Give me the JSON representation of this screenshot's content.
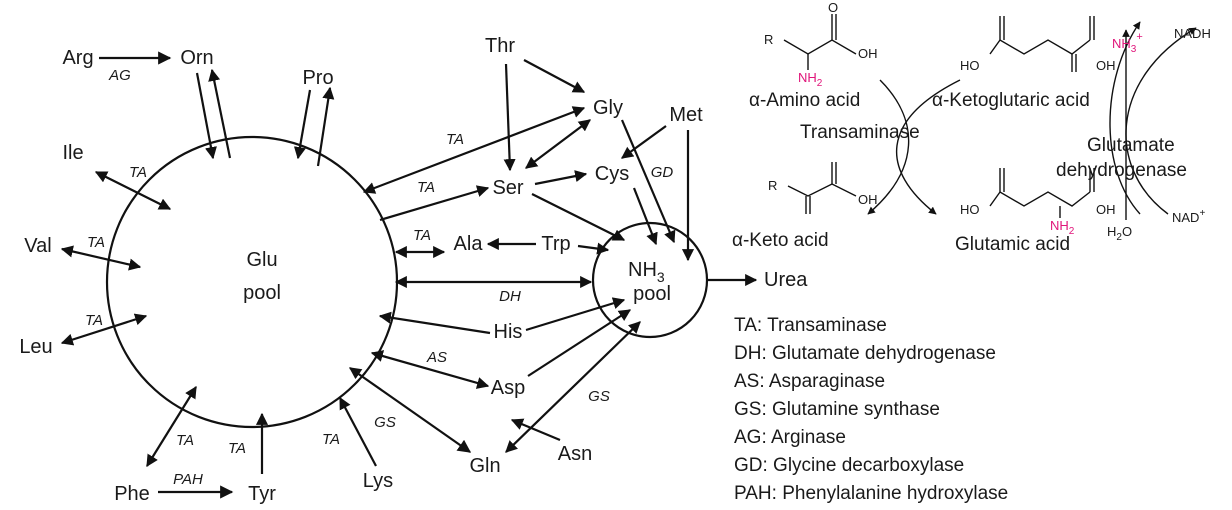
{
  "pools": {
    "glu_line1": "Glu",
    "glu_line2": "pool",
    "nh3_main": "NH",
    "nh3_sub": "3",
    "nh3_line2": "pool"
  },
  "amino_acids": {
    "arg": "Arg",
    "orn": "Orn",
    "pro": "Pro",
    "ile": "Ile",
    "val": "Val",
    "leu": "Leu",
    "phe": "Phe",
    "tyr": "Tyr",
    "lys": "Lys",
    "gln": "Gln",
    "asn": "Asn",
    "asp": "Asp",
    "his": "His",
    "trp": "Trp",
    "ala": "Ala",
    "ser": "Ser",
    "cys": "Cys",
    "gly": "Gly",
    "thr": "Thr",
    "met": "Met",
    "urea": "Urea"
  },
  "enzyme_labels": {
    "ag": "AG",
    "ta": "TA",
    "dh": "DH",
    "as": "AS",
    "gs": "GS",
    "gd": "GD",
    "pah": "PAH"
  },
  "legend": [
    "TA: Transaminase",
    "DH: Glutamate dehydrogenase",
    "AS: Asparaginase",
    "GS: Glutamine synthase",
    "AG: Arginase",
    "GD: Glycine decarboxylase",
    "PAH: Phenylalanine hydroxylase"
  ],
  "reaction": {
    "amino_acid": "α-Amino acid",
    "keto_acid": "α-Keto acid",
    "ketoglutaric_acid": "α-Ketoglutaric acid",
    "glutamic_acid": "Glutamic acid",
    "transaminase": "Transaminase",
    "gdh_line1": "Glutamate",
    "gdh_line2": "dehydrogenase",
    "nh3": "NH",
    "nh3_sub": "3",
    "nh3_sup": "+",
    "nadh": "NADH",
    "nad": "NAD",
    "nad_sup": "+",
    "h2o_h": "H",
    "h2o_sub": "2",
    "h2o_o": "O",
    "r": "R",
    "oh": "OH",
    "ho": "HO",
    "o": "O",
    "nh2": "NH",
    "nh2_sub": "2"
  },
  "colors": {
    "highlight": "#e0157a",
    "line": "#111111"
  }
}
